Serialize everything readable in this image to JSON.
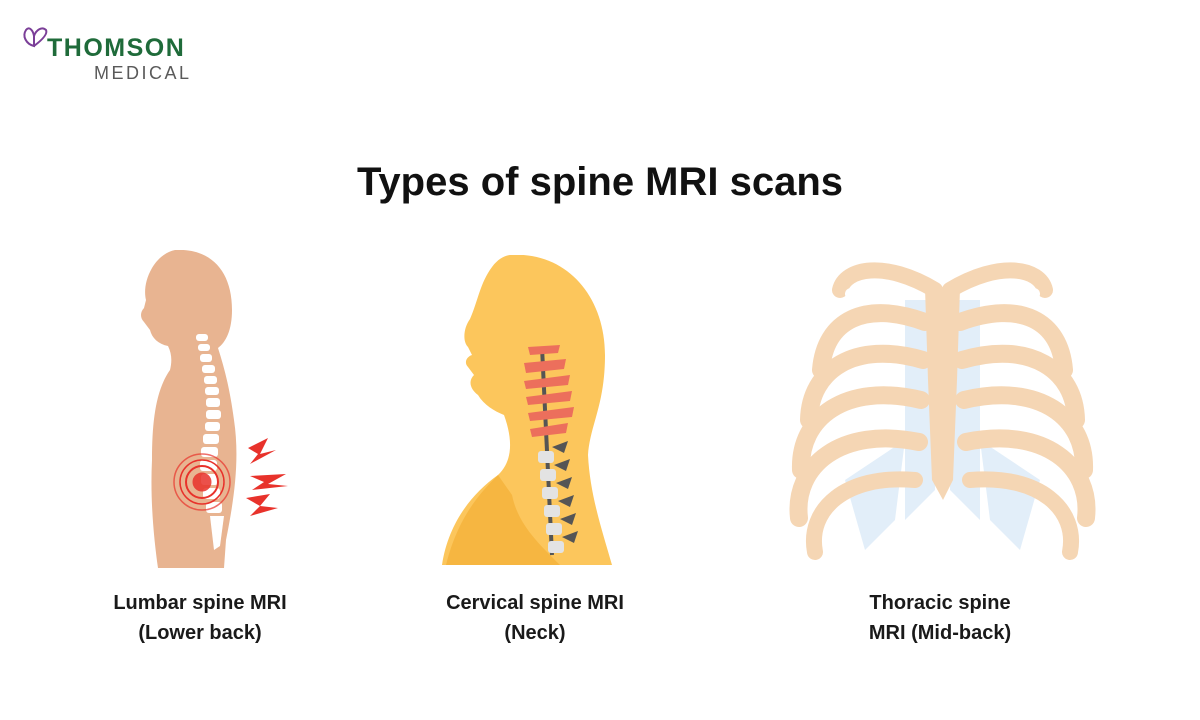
{
  "logo": {
    "brand_top": "THOMSON",
    "brand_bottom": "MEDICAL",
    "icon": "butterfly-icon",
    "color_primary": "#1f6b3a",
    "color_secondary": "#5a5a5a",
    "color_icon": "#7b3f98"
  },
  "title": "Types of spine MRI scans",
  "figures": [
    {
      "caption_line1": "Lumbar spine MRI",
      "caption_line2": "(Lower back)",
      "illustration": "lumbar-spine-illustration"
    },
    {
      "caption_line1": "Cervical spine MRI",
      "caption_line2": "(Neck)",
      "illustration": "cervical-spine-illustration"
    },
    {
      "caption_line1": "Thoracic spine",
      "caption_line2": "MRI (Mid-back)",
      "illustration": "thoracic-ribcage-illustration"
    }
  ],
  "colors": {
    "skin": "#e8b491",
    "neck_skin": "#fcc65c",
    "neck_shadow": "#f5b43e",
    "bone": "#f5d6b4",
    "cartilage": "#e2eef9",
    "pain": "#e8322b",
    "vertebra_red": "#ec6f5c",
    "vertebra_grey": "#555555"
  }
}
